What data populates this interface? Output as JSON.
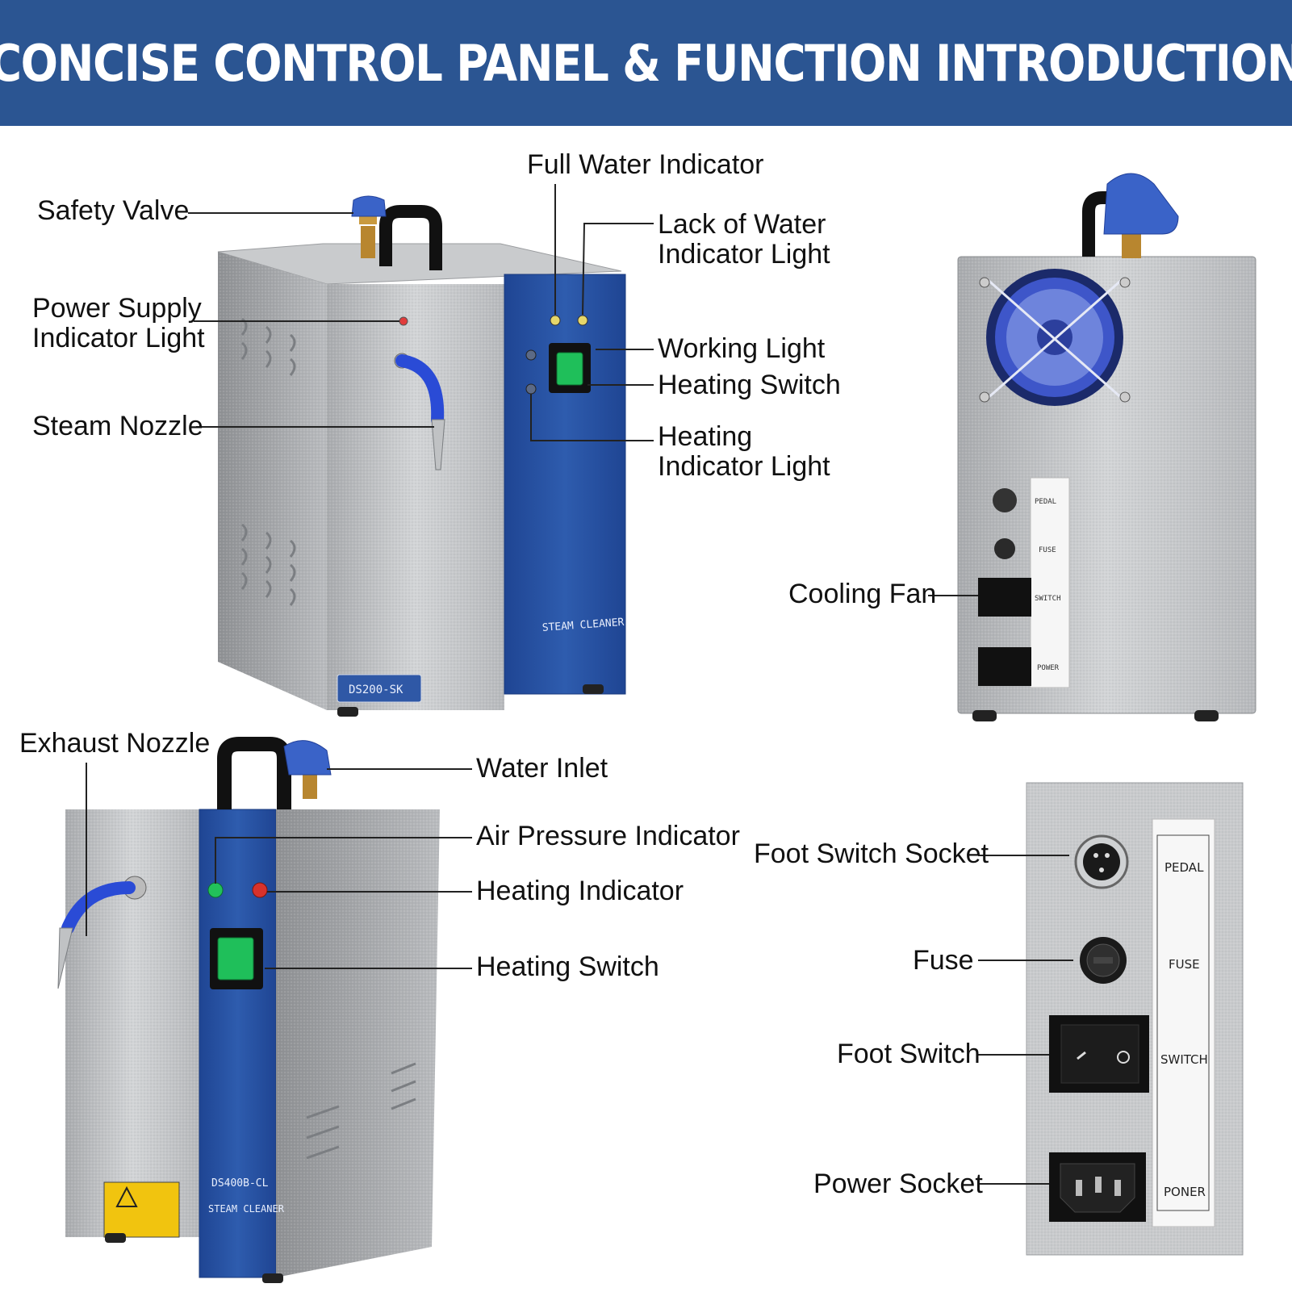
{
  "title": "CONCISE CONTROL PANEL & FUNCTION INTRODUCTION",
  "colors": {
    "banner": "#2b5592",
    "front_panel_blue": "#2a55a3",
    "steel": "#c4c6c9",
    "hose": "#2a4bd6",
    "cap": "#3a63c8",
    "switch_green": "#1fbf5a",
    "indicator_red": "#d8322b",
    "warning_yellow": "#f1c40f"
  },
  "front_unit": {
    "labels": {
      "safety_valve": "Safety Valve",
      "power_supply_light": "Power Supply\nIndicator Light",
      "steam_nozzle": "Steam Nozzle",
      "full_water": "Full Water Indicator",
      "lack_of_water": "Lack of Water\nIndicator Light",
      "working_light": "Working Light",
      "heating_switch": "Heating Switch",
      "heating_light": "Heating\nIndicator Light"
    },
    "panel_text": "STEAM CLEANER",
    "model": "DS200-SK"
  },
  "back_unit": {
    "labels": {
      "cooling_fan": "Cooling Fan"
    },
    "strip": [
      "PEDAL",
      "FUSE",
      "SWITCH",
      "POWER"
    ]
  },
  "side_unit": {
    "labels": {
      "exhaust_nozzle": "Exhaust Nozzle",
      "water_inlet": "Water Inlet",
      "air_pressure": "Air Pressure Indicator",
      "heating_indicator": "Heating Indicator",
      "heating_switch": "Heating Switch"
    },
    "model": "DS400B-CL",
    "panel_text": "STEAM CLEANER"
  },
  "detail_panel": {
    "labels": {
      "foot_switch_socket": "Foot Switch Socket",
      "fuse": "Fuse",
      "foot_switch": "Foot Switch",
      "power_socket": "Power Socket"
    },
    "strip": [
      "PEDAL",
      "FUSE",
      "SWITCH",
      "PONER"
    ]
  }
}
